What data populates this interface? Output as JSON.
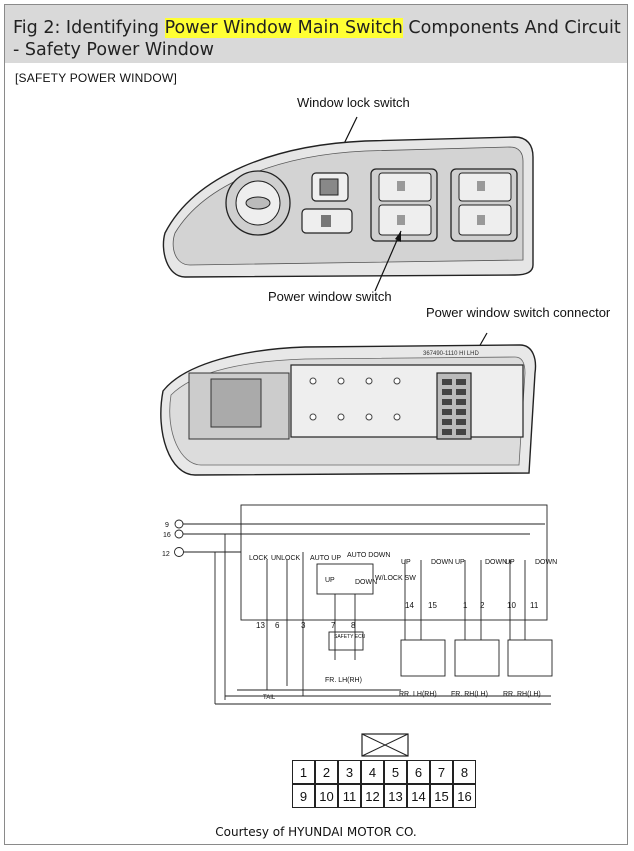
{
  "header": {
    "title_before": "Fig 2: Identifying ",
    "title_highlight": "Power Window Main Switch",
    "title_after": " Components And Circuit - Safety Power Window",
    "highlight_color": "#ffff33"
  },
  "section_label": "[SAFETY POWER WINDOW]",
  "callouts": {
    "window_lock_switch": "Window lock switch",
    "power_window_switch": "Power window switch",
    "power_window_switch_connector": "Power window switch connector"
  },
  "back_cover_label": "367490-1110 HI LHD",
  "circuit": {
    "inputs": [
      "9",
      "16",
      "12"
    ],
    "switch_labels": {
      "lock": "LOCK",
      "unlock": "UNLOCK",
      "auto_up": "AUTO UP",
      "auto_down": "AUTO DOWN",
      "up": "UP",
      "down": "DOWN",
      "wlock_sw": "W/LOCK SW",
      "safety_ecu": "SAFETY ECU",
      "tail": "TAIL"
    },
    "bottom_pins_left": [
      "13",
      "6",
      "3",
      "7",
      "8"
    ],
    "bottom_pins_right": [
      "14",
      "15",
      "1",
      "2",
      "10",
      "11"
    ],
    "motor_labels": [
      "FR. LH(RH)",
      "RR. LH(RH)",
      "FR. RH(LH)",
      "RR. RH(LH)"
    ]
  },
  "connector_pins": {
    "row1": [
      "1",
      "2",
      "3",
      "4",
      "5",
      "6",
      "7",
      "8"
    ],
    "row2": [
      "9",
      "10",
      "11",
      "12",
      "13",
      "14",
      "15",
      "16"
    ]
  },
  "courtesy": "Courtesy of HYUNDAI MOTOR CO."
}
